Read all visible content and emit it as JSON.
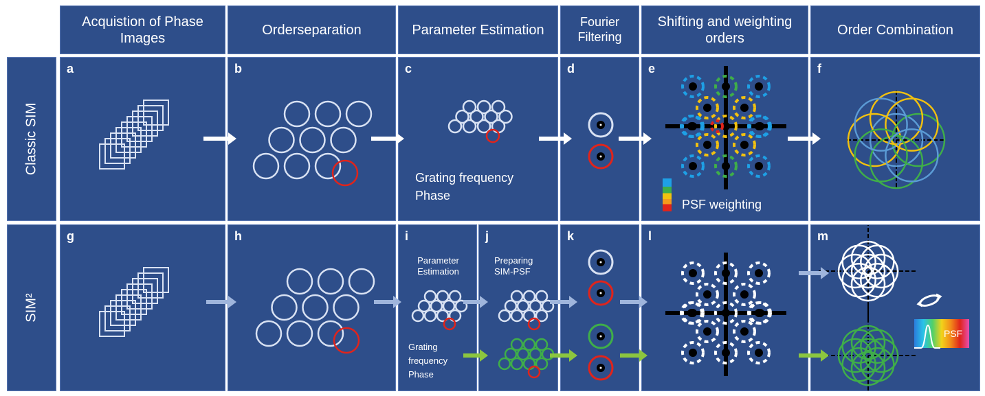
{
  "headers": {
    "acquisition": "Acquistion of Phase Images",
    "orderseparation": "Orderseparation",
    "parameter": "Parameter Estimation",
    "fourier": "Fourier Filtering",
    "shifting": "Shifting and weighting orders",
    "combination": "Order Combination"
  },
  "rows": {
    "classic": "Classic SIM",
    "sim2": "SIM²"
  },
  "panels": {
    "a": "a",
    "b": "b",
    "c": "c",
    "d": "d",
    "e": "e",
    "f": "f",
    "g": "g",
    "h": "h",
    "i": "i",
    "j": "j",
    "k": "k",
    "l": "l",
    "m": "m"
  },
  "texts": {
    "grating_frequency": "Grating frequency",
    "phase": "Phase",
    "psf_weighting": "PSF weighting",
    "i_title_1": "Parameter",
    "i_title_2": "Estimation",
    "i_grating": "Grating",
    "i_frequency": "frequency",
    "i_phase": "Phase",
    "j_title_1": "Preparing",
    "j_title_2": "SIM-PSF",
    "psf_label": "PSF"
  },
  "colors": {
    "background_cell": "#2e4e8a",
    "outline_light": "#d9e2f3",
    "red": "#e0241b",
    "green": "#3fae49",
    "blue_dash": "#1ea0e6",
    "yellow_dash": "#f2c10f",
    "arrow_white": "#ffffff",
    "arrow_light_blue": "#9fb5dc",
    "arrow_green": "#8cc63f"
  }
}
